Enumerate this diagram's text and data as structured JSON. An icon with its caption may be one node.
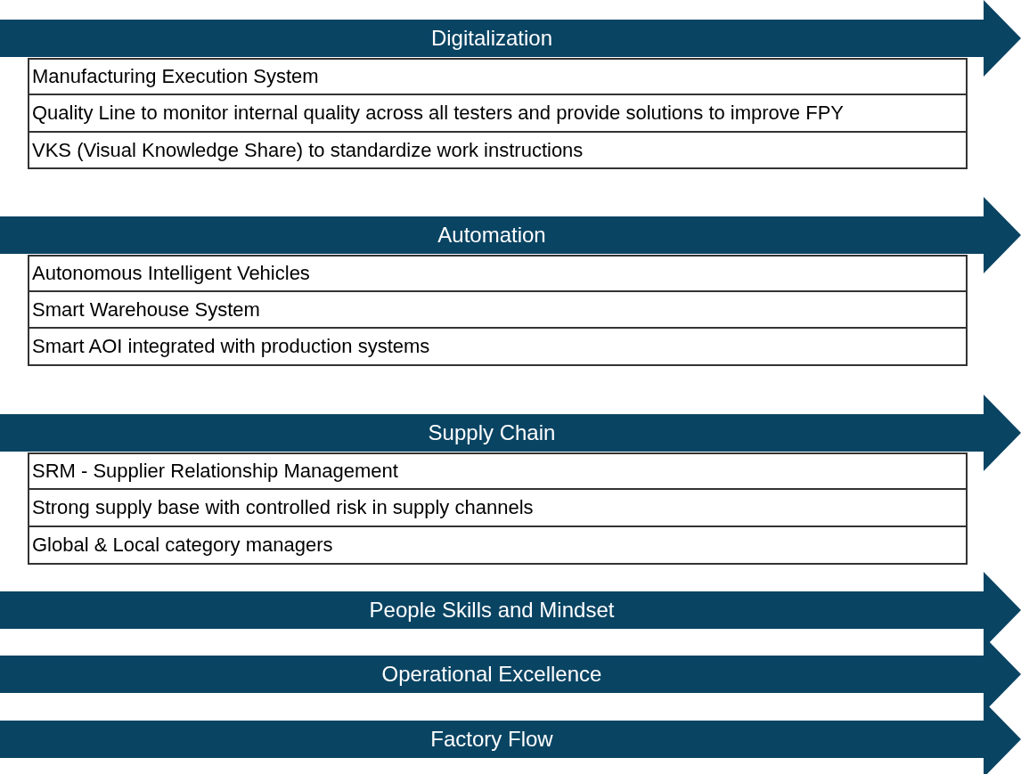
{
  "diagram": {
    "nodes": [
      {
        "text": [
          "Digitalization"
        ]
      },
      {
        "text": [
          "Manufacturing Execution System"
        ]
      },
      {
        "text": [
          "Quality Line to monitor internal quality across all testers and provide solutions to improve FPY"
        ]
      },
      {
        "text": [
          "VKS (Visual Knowledge Share) to standardize work instructions"
        ]
      },
      {
        "text": [
          "Automation"
        ]
      },
      {
        "text": [
          "Autonomous Intelligent Vehicles"
        ]
      },
      {
        "text": [
          "Smart Warehouse System"
        ]
      },
      {
        "text": [
          "Smart AOI integrated with production systems"
        ]
      },
      {
        "text": [
          "Supply Chain"
        ]
      },
      {
        "text": [
          "SRM - Supplier Relationship Management"
        ]
      },
      {
        "text": [
          "Strong supply base with controlled risk in supply channels"
        ]
      },
      {
        "text": [
          "Global & Local category managers"
        ]
      },
      {
        "text": [
          "People Skills and Mindset"
        ]
      },
      {
        "text": [
          "Operational Excellence"
        ]
      },
      {
        "text": [
          "Factory Flow"
        ]
      }
    ]
  }
}
